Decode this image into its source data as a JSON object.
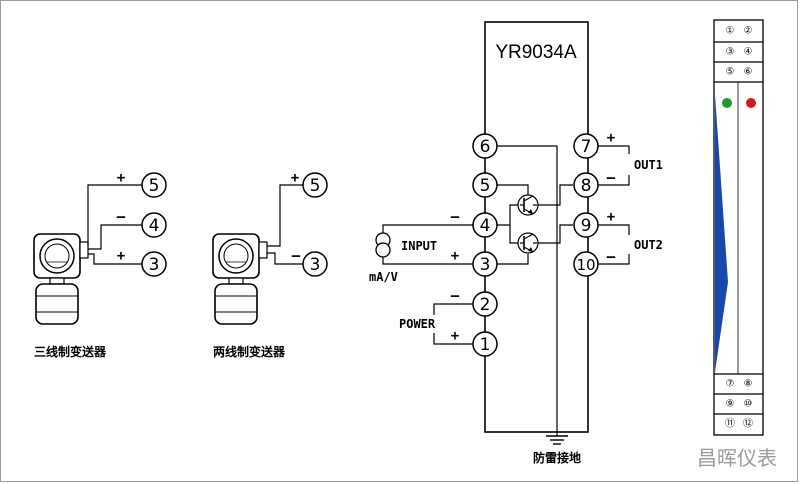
{
  "model": "YR9034A",
  "terminals": {
    "t1": "1",
    "t2": "2",
    "t3": "3",
    "t4": "4",
    "t5": "5",
    "t6": "6",
    "t7": "7",
    "t8": "8",
    "t9": "9",
    "t10": "10"
  },
  "signs": {
    "plus": "+",
    "minus": "–"
  },
  "labels": {
    "out1": "OUT1",
    "out2": "OUT2",
    "input": "INPUT",
    "ma_v": "mA/V",
    "power": "POWER",
    "ground": "防雷接地"
  },
  "captions": {
    "three_wire": "三线制变送器",
    "two_wire": "两线制变送器"
  },
  "rail_module": {
    "top_terminals": [
      [
        "①",
        "②"
      ],
      [
        "③",
        "④"
      ],
      [
        "⑤",
        "⑥"
      ]
    ],
    "bottom_terminals": [
      [
        "⑦",
        "⑧"
      ],
      [
        "⑨",
        "⑩"
      ],
      [
        "⑪",
        "⑫"
      ]
    ],
    "led_colors": [
      "#1c9c2c",
      "#d81818"
    ],
    "stripe_color": "#1848a8"
  },
  "brand": "昌晖仪表"
}
